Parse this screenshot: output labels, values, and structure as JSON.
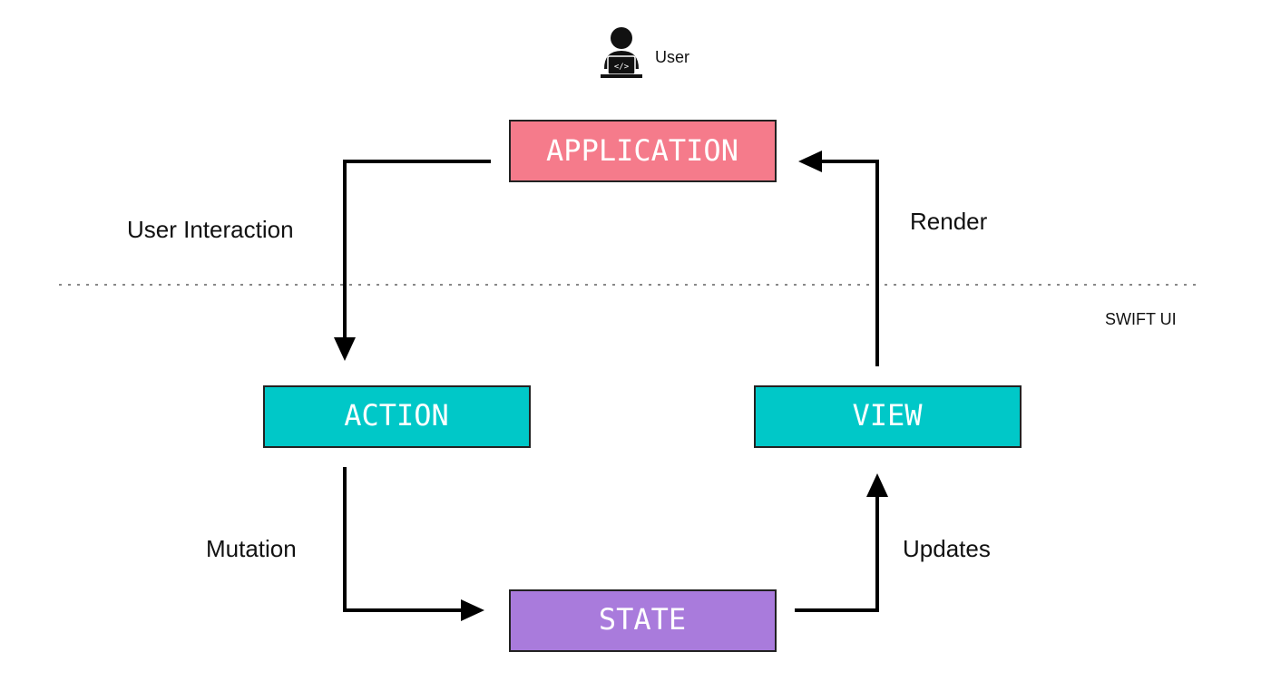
{
  "user": {
    "label": "User",
    "icon": "user-laptop-icon"
  },
  "nodes": {
    "application": {
      "label": "APPLICATION",
      "color": "#F57B8B"
    },
    "action": {
      "label": "ACTION",
      "color": "#00C8C8"
    },
    "view": {
      "label": "VIEW",
      "color": "#00C8C8"
    },
    "state": {
      "label": "STATE",
      "color": "#A97BDC"
    }
  },
  "edges": {
    "user_interaction": "User Interaction",
    "render": "Render",
    "mutation": "Mutation",
    "updates": "Updates"
  },
  "layer_label": "SWIFT UI"
}
